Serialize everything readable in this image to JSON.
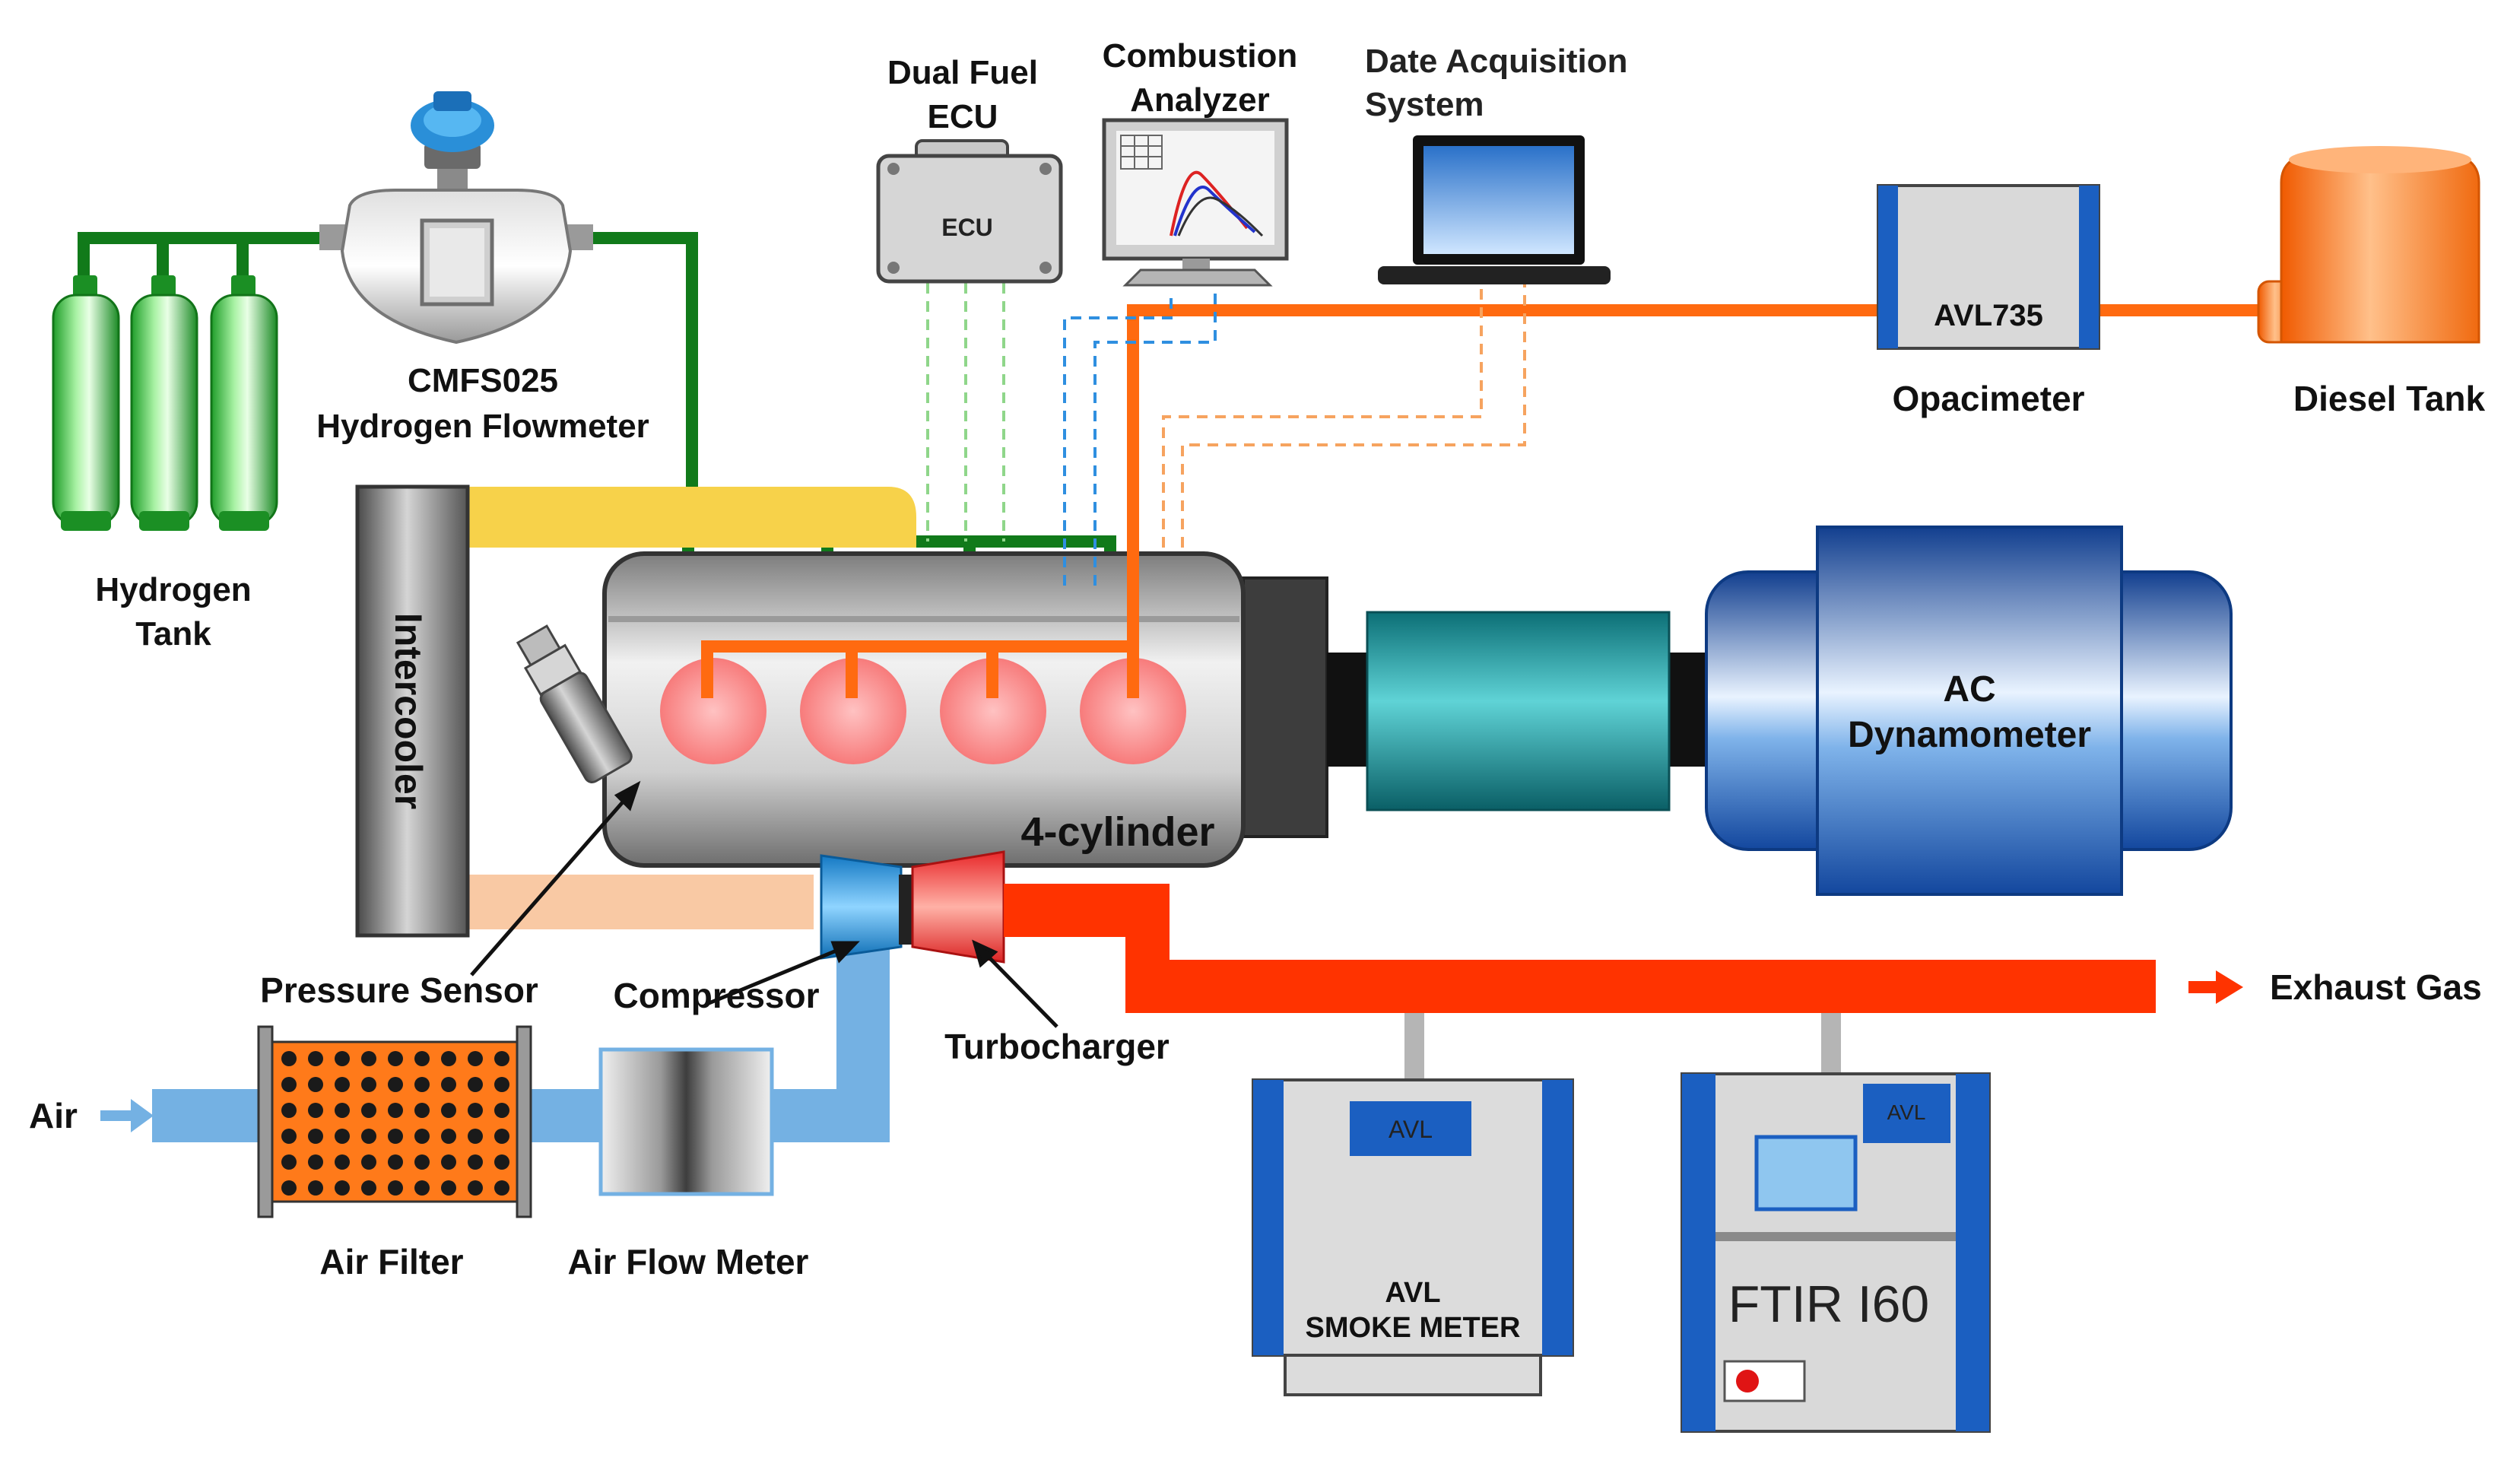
{
  "labels": {
    "dual_fuel_ecu_line1": "Dual Fuel",
    "dual_fuel_ecu_line2": "ECU",
    "ecu_box": "ECU",
    "combustion_line1": "Combustion",
    "combustion_line2": "Analyzer",
    "daq_line1": "Date Acquisition",
    "daq_line2": "System",
    "avl735": "AVL735",
    "opacimeter": "Opacimeter",
    "diesel_tank": "Diesel Tank",
    "flowmeter_line1": "CMFS025",
    "flowmeter_line2": "Hydrogen Flowmeter",
    "hydrogen_line1": "Hydrogen",
    "hydrogen_line2": "Tank",
    "intercooler": "Intercooler",
    "engine": "4-cylinder",
    "dyno_line1": "AC",
    "dyno_line2": "Dynamometer",
    "pressure_sensor": "Pressure Sensor",
    "compressor": "Compressor",
    "turbocharger": "Turbocharger",
    "exhaust_gas": "Exhaust Gas",
    "air": "Air",
    "air_filter": "Air Filter",
    "air_flow_meter": "Air Flow Meter",
    "smoke_badge": "AVL",
    "smoke_line1": "AVL",
    "smoke_line2": "SMOKE METER",
    "ftir_badge": "AVL",
    "ftir_name": "FTIR I60"
  },
  "colors": {
    "hydrogen_line": "#117a1a",
    "diesel_line": "#ff6a10",
    "exhaust_line": "#ff3300",
    "air_line": "#74b1e3",
    "intercooler_hot": "#f7d24a",
    "intercooler_cold": "#f9c9a4",
    "avl_blue": "#1b5fc1"
  },
  "icons": [
    "hydrogen-cylinder-icon",
    "flowmeter-icon",
    "ecu-icon",
    "monitor-icon",
    "laptop-icon",
    "diesel-tank-icon",
    "arrow-right-icon"
  ]
}
